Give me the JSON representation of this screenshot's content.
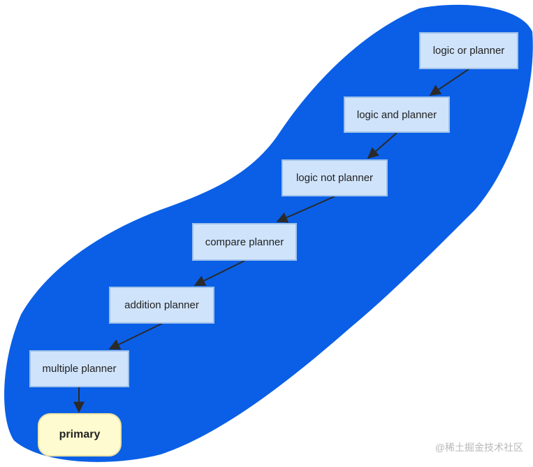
{
  "colors": {
    "blob": "#0a5fe6",
    "node_fill": "#cfe3fb",
    "node_border": "#9fc1ea",
    "terminal_fill": "#fffbd0",
    "arrow": "#2a2a2a",
    "watermark": "#b8b8b8"
  },
  "nodes": [
    {
      "id": "logic-or",
      "label": "logic or planner"
    },
    {
      "id": "logic-and",
      "label": "logic and planner"
    },
    {
      "id": "logic-not",
      "label": "logic not planner"
    },
    {
      "id": "compare",
      "label": "compare planner"
    },
    {
      "id": "addition",
      "label": "addition planner"
    },
    {
      "id": "multiple",
      "label": "multiple planner"
    },
    {
      "id": "primary",
      "label": "primary"
    }
  ],
  "edges": [
    {
      "from": "logic-or",
      "to": "logic-and"
    },
    {
      "from": "logic-and",
      "to": "logic-not"
    },
    {
      "from": "logic-not",
      "to": "compare"
    },
    {
      "from": "compare",
      "to": "addition"
    },
    {
      "from": "addition",
      "to": "multiple"
    },
    {
      "from": "multiple",
      "to": "primary"
    }
  ],
  "watermark": "@稀土掘金技术社区"
}
